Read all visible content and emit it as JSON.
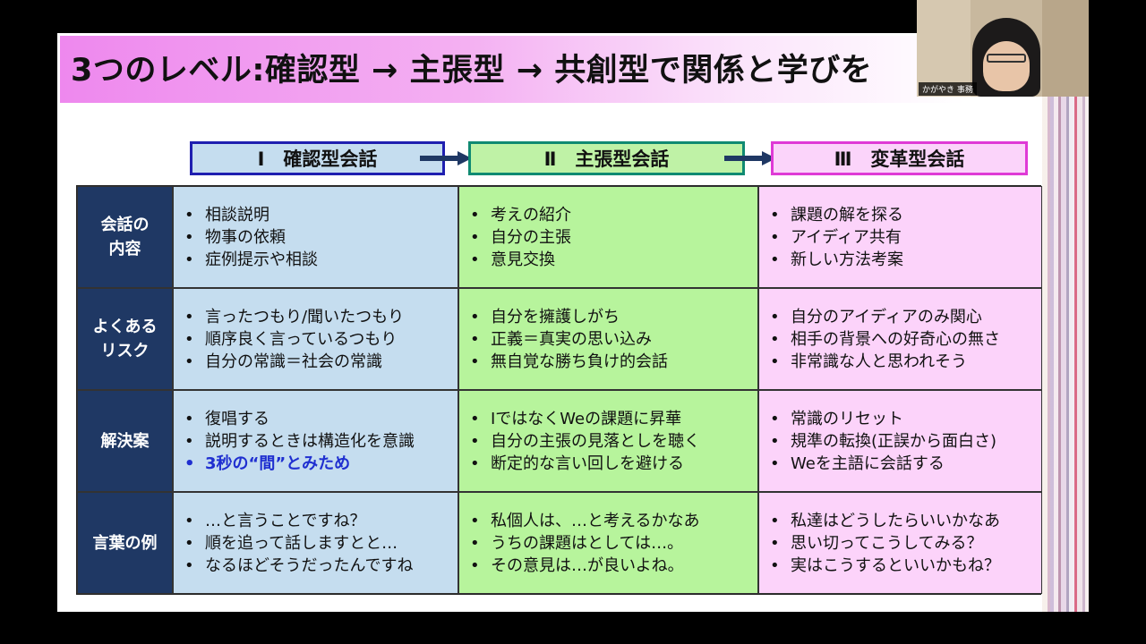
{
  "slide": {
    "title": "3つのレベル:確認型 → 主張型 → 共創型で関係と学びを",
    "column_headers": [
      "Ⅰ　確認型会話",
      "Ⅱ　主張型会話",
      "Ⅲ　変革型会話"
    ],
    "rows": [
      {
        "label": "会話の\n内容",
        "cols": [
          [
            "相談説明",
            "物事の依頼",
            "症例提示や相談"
          ],
          [
            "考えの紹介",
            "自分の主張",
            "意見交換"
          ],
          [
            "課題の解を探る",
            "アイディア共有",
            "新しい方法考案"
          ]
        ]
      },
      {
        "label": "よくある\nリスク",
        "cols": [
          [
            "言ったつもり/聞いたつもり",
            "順序良く言っているつもり",
            "自分の常識＝社会の常識"
          ],
          [
            "自分を擁護しがち",
            "正義＝真実の思い込み",
            "無自覚な勝ち負け的会話"
          ],
          [
            "自分のアイディアのみ関心",
            "相手の背景への好奇心の無さ",
            "非常識な人と思われそう"
          ]
        ]
      },
      {
        "label": "解決案",
        "cols": [
          [
            "復唱する",
            "説明するときは構造化を意識",
            "3秒の“間”とみため"
          ],
          [
            "IではなくWeの課題に昇華",
            "自分の主張の見落としを聴く",
            "断定的な言い回しを避ける"
          ],
          [
            "常識のリセット",
            "規準の転換(正誤から面白さ)",
            "Weを主語に会話する"
          ]
        ]
      },
      {
        "label": "言葉の例",
        "cols": [
          [
            "…と言うことですね？",
            "順を追って話しますとと…",
            "なるほどそうだったんですね"
          ],
          [
            "私個人は、…と考えるかなあ",
            "うちの課題はとしては…。",
            "その意見は…が良いよね。"
          ],
          [
            "私達はどうしたらいいかなあ",
            "思い切ってこうしてみる？",
            "実はこうするといいかもね？"
          ]
        ]
      }
    ],
    "highlighted_item": "3秒の“間”とみため",
    "colors": {
      "header_dark_blue": "#1f3864",
      "col1_bg": "#c5ddef",
      "col2_bg": "#b7f49c",
      "col3_bg": "#fcd3fa",
      "highlight_text": "#1f2fd0"
    },
    "icons": [
      "right-arrow-icon"
    ]
  },
  "video_tile": {
    "participant_name": "かがやき 事務"
  }
}
